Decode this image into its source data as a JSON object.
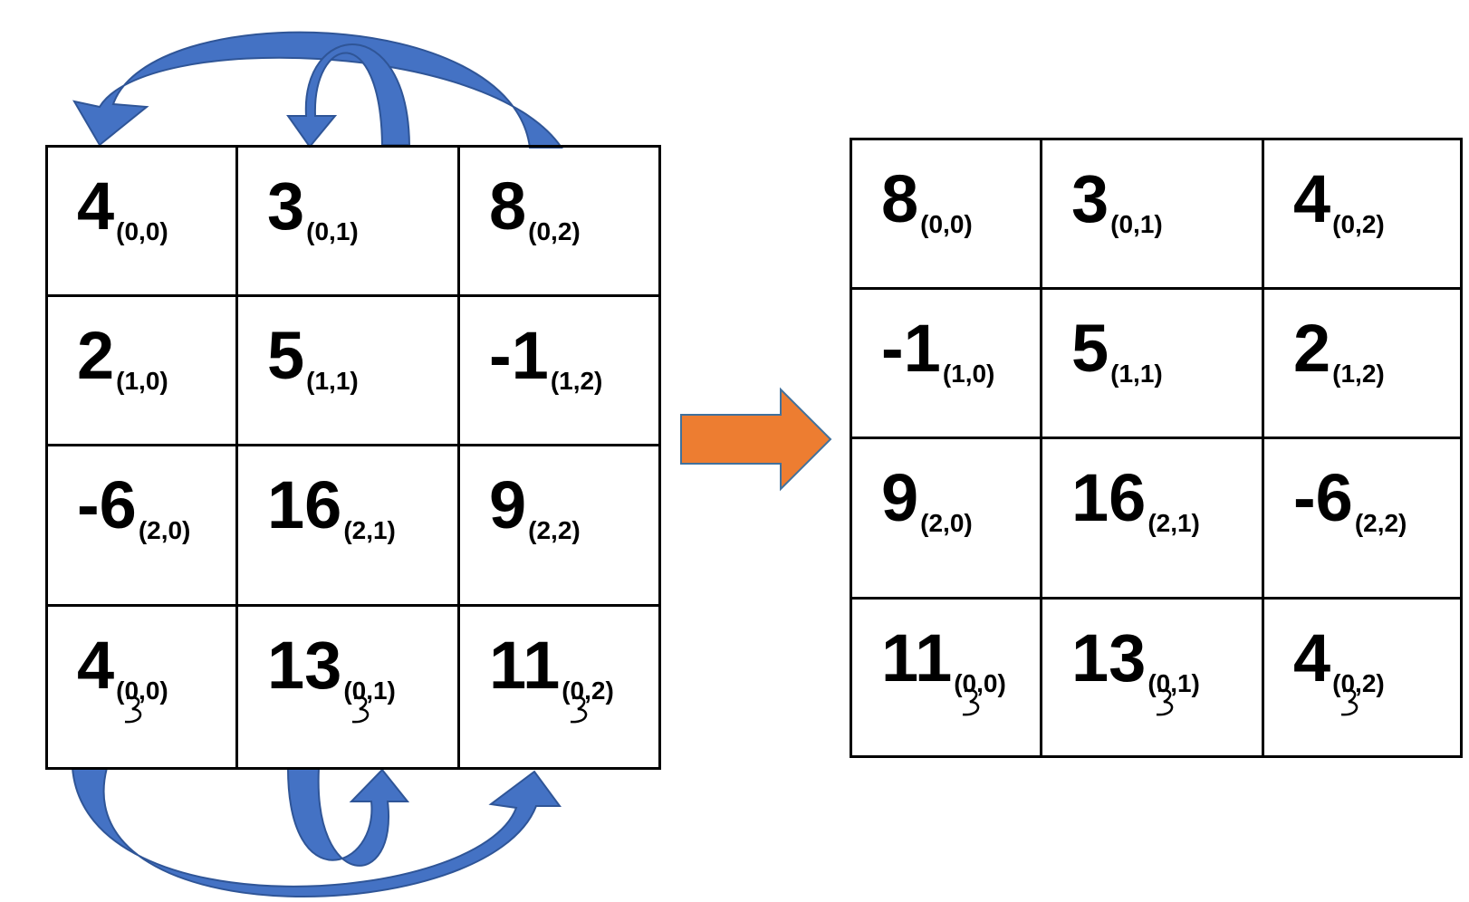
{
  "colors": {
    "curve_arrow_fill": "#4472c4",
    "curve_arrow_stroke": "#2f5597",
    "right_arrow_fill": "#ed7d31",
    "right_arrow_stroke": "#41719c",
    "grid_line": "#000000",
    "text": "#000000"
  },
  "icons": {
    "transform": "right-arrow-icon",
    "swap": "curved-swap-arrow-icon"
  },
  "left_grid": {
    "cells": [
      {
        "value": "4",
        "sub": "(0,0)"
      },
      {
        "value": "3",
        "sub": "(0,1)"
      },
      {
        "value": "8",
        "sub": "(0,2)"
      },
      {
        "value": "2",
        "sub": "(1,0)"
      },
      {
        "value": "5",
        "sub": "(1,1)"
      },
      {
        "value": "-1",
        "sub": "(1,2)"
      },
      {
        "value": "-6",
        "sub": "(2,0)"
      },
      {
        "value": "16",
        "sub": "(2,1)"
      },
      {
        "value": "9",
        "sub": "(2,2)"
      },
      {
        "value": "4",
        "sub": "(0,0)"
      },
      {
        "value": "13",
        "sub": "(0,1)"
      },
      {
        "value": "11",
        "sub": "(0,2)"
      }
    ]
  },
  "right_grid": {
    "cells": [
      {
        "value": "8",
        "sub": "(0,0)"
      },
      {
        "value": "3",
        "sub": "(0,1)"
      },
      {
        "value": "4",
        "sub": "(0,2)"
      },
      {
        "value": "-1",
        "sub": "(1,0)"
      },
      {
        "value": "5",
        "sub": "(1,1)"
      },
      {
        "value": "2",
        "sub": "(1,2)"
      },
      {
        "value": "9",
        "sub": "(2,0)"
      },
      {
        "value": "16",
        "sub": "(2,1)"
      },
      {
        "value": "-6",
        "sub": "(2,2)"
      },
      {
        "value": "11",
        "sub": "(0,0)"
      },
      {
        "value": "13",
        "sub": "(0,1)"
      },
      {
        "value": "4",
        "sub": "(0,2)"
      }
    ]
  }
}
